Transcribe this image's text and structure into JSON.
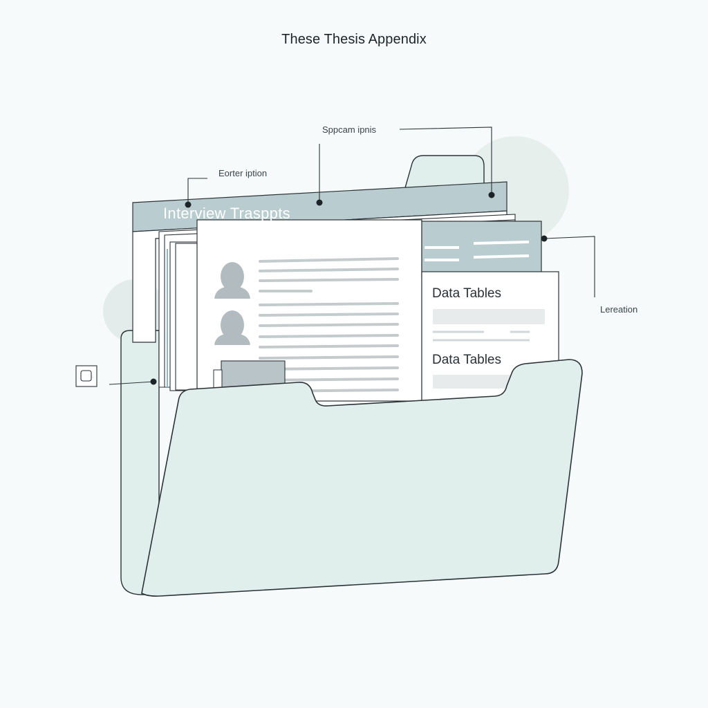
{
  "title": "These Thesis Appendix",
  "callouts": {
    "top_center": "Sppcam ipnis",
    "top_left": "Eorter iption",
    "right": "Lereation"
  },
  "tab_label": "Interview Trasppts",
  "data_sheet": {
    "heading_1": "Data Tables",
    "heading_2": "Data Tables"
  },
  "colors": {
    "background": "#f6fafa",
    "folder_fill": "#e1efec",
    "tab_band": "#b9cdd1",
    "outline": "#2b3236",
    "avatar": "#b2bcc0"
  },
  "icons": [
    "person-avatar-icon",
    "small-square-icon",
    "folder-icon"
  ]
}
